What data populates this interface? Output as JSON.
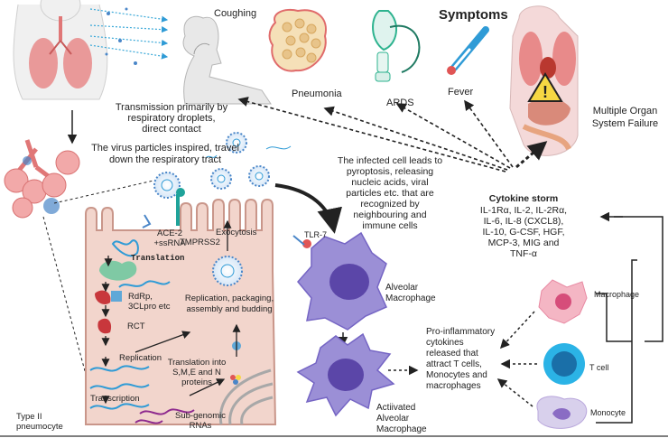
{
  "labels": {
    "coughing": "Coughing",
    "symptoms": "Symptoms",
    "pneumonia": "Pneumonia",
    "ards": "ARDS",
    "fever": "Fever",
    "multi_organ": "Multiple Organ\nSystem Failure",
    "transmission": "Transmission primarily by\nrespiratory droplets,\ndirect contact",
    "virus_inspired": "The virus particles inspired, travel\ndown the respiratory tract",
    "infected_cell": "The infected cell leads to\npyroptosis, releasing\nnucleic acids, viral\nparticles  etc. that are\nrecognized by\nneighbouring  and\nimmune cells",
    "cytokine_title": "Cytokine storm",
    "cytokine_list": "IL-1Rα, IL-2, IL-2Rα,\nIL-6, IL-8 (CXCL8),\nIL-10, G-CSF, HGF,\nMCP-3,  MIG and\nTNF-α",
    "ace2": "ACE-2\n+ssRNA",
    "tmprss2": "TMPRSS2",
    "translation": "Translation",
    "rdrp": "RdRp,\n3CLpro etc",
    "rct": "RCT",
    "replication": "Replication",
    "transcription": "Transcription",
    "subgenomic": "Sub-genomic\nRNAs",
    "translation_into": "Translation into\nS,M,E and N\nproteins",
    "exocytosis": "Exocytosis",
    "replication_packaging": "Replication,  packaging,\nassembly and budding",
    "tlr7": "TLR-7",
    "alveolar_macrophage": "Alveolar\nMacrophage",
    "activated_macrophage": "Actiivated\nAlveolar\nMacrophage",
    "pro_inflammatory": "Pro-inflammatory\ncytokines\nreleased that\nattract T cells,\nMonocytes and\nmacrophages",
    "macrophage": "Macrophage",
    "t_cell": "T cell",
    "monocyte": "Monocyte",
    "type2": "Type II\npneumocyte"
  },
  "colors": {
    "lung": "#e88a8a",
    "cell_body": "#f2d5cc",
    "cell_border": "#c9968a",
    "macrophage": "#9b8fd6",
    "macrophage_nucleus": "#5b46a8",
    "tcell": "#2bb3e6",
    "monocyte": "#b9a7dc",
    "virus": "#4a86c8",
    "rna": "#2f9bd6",
    "arrow_dark": "#222222"
  }
}
